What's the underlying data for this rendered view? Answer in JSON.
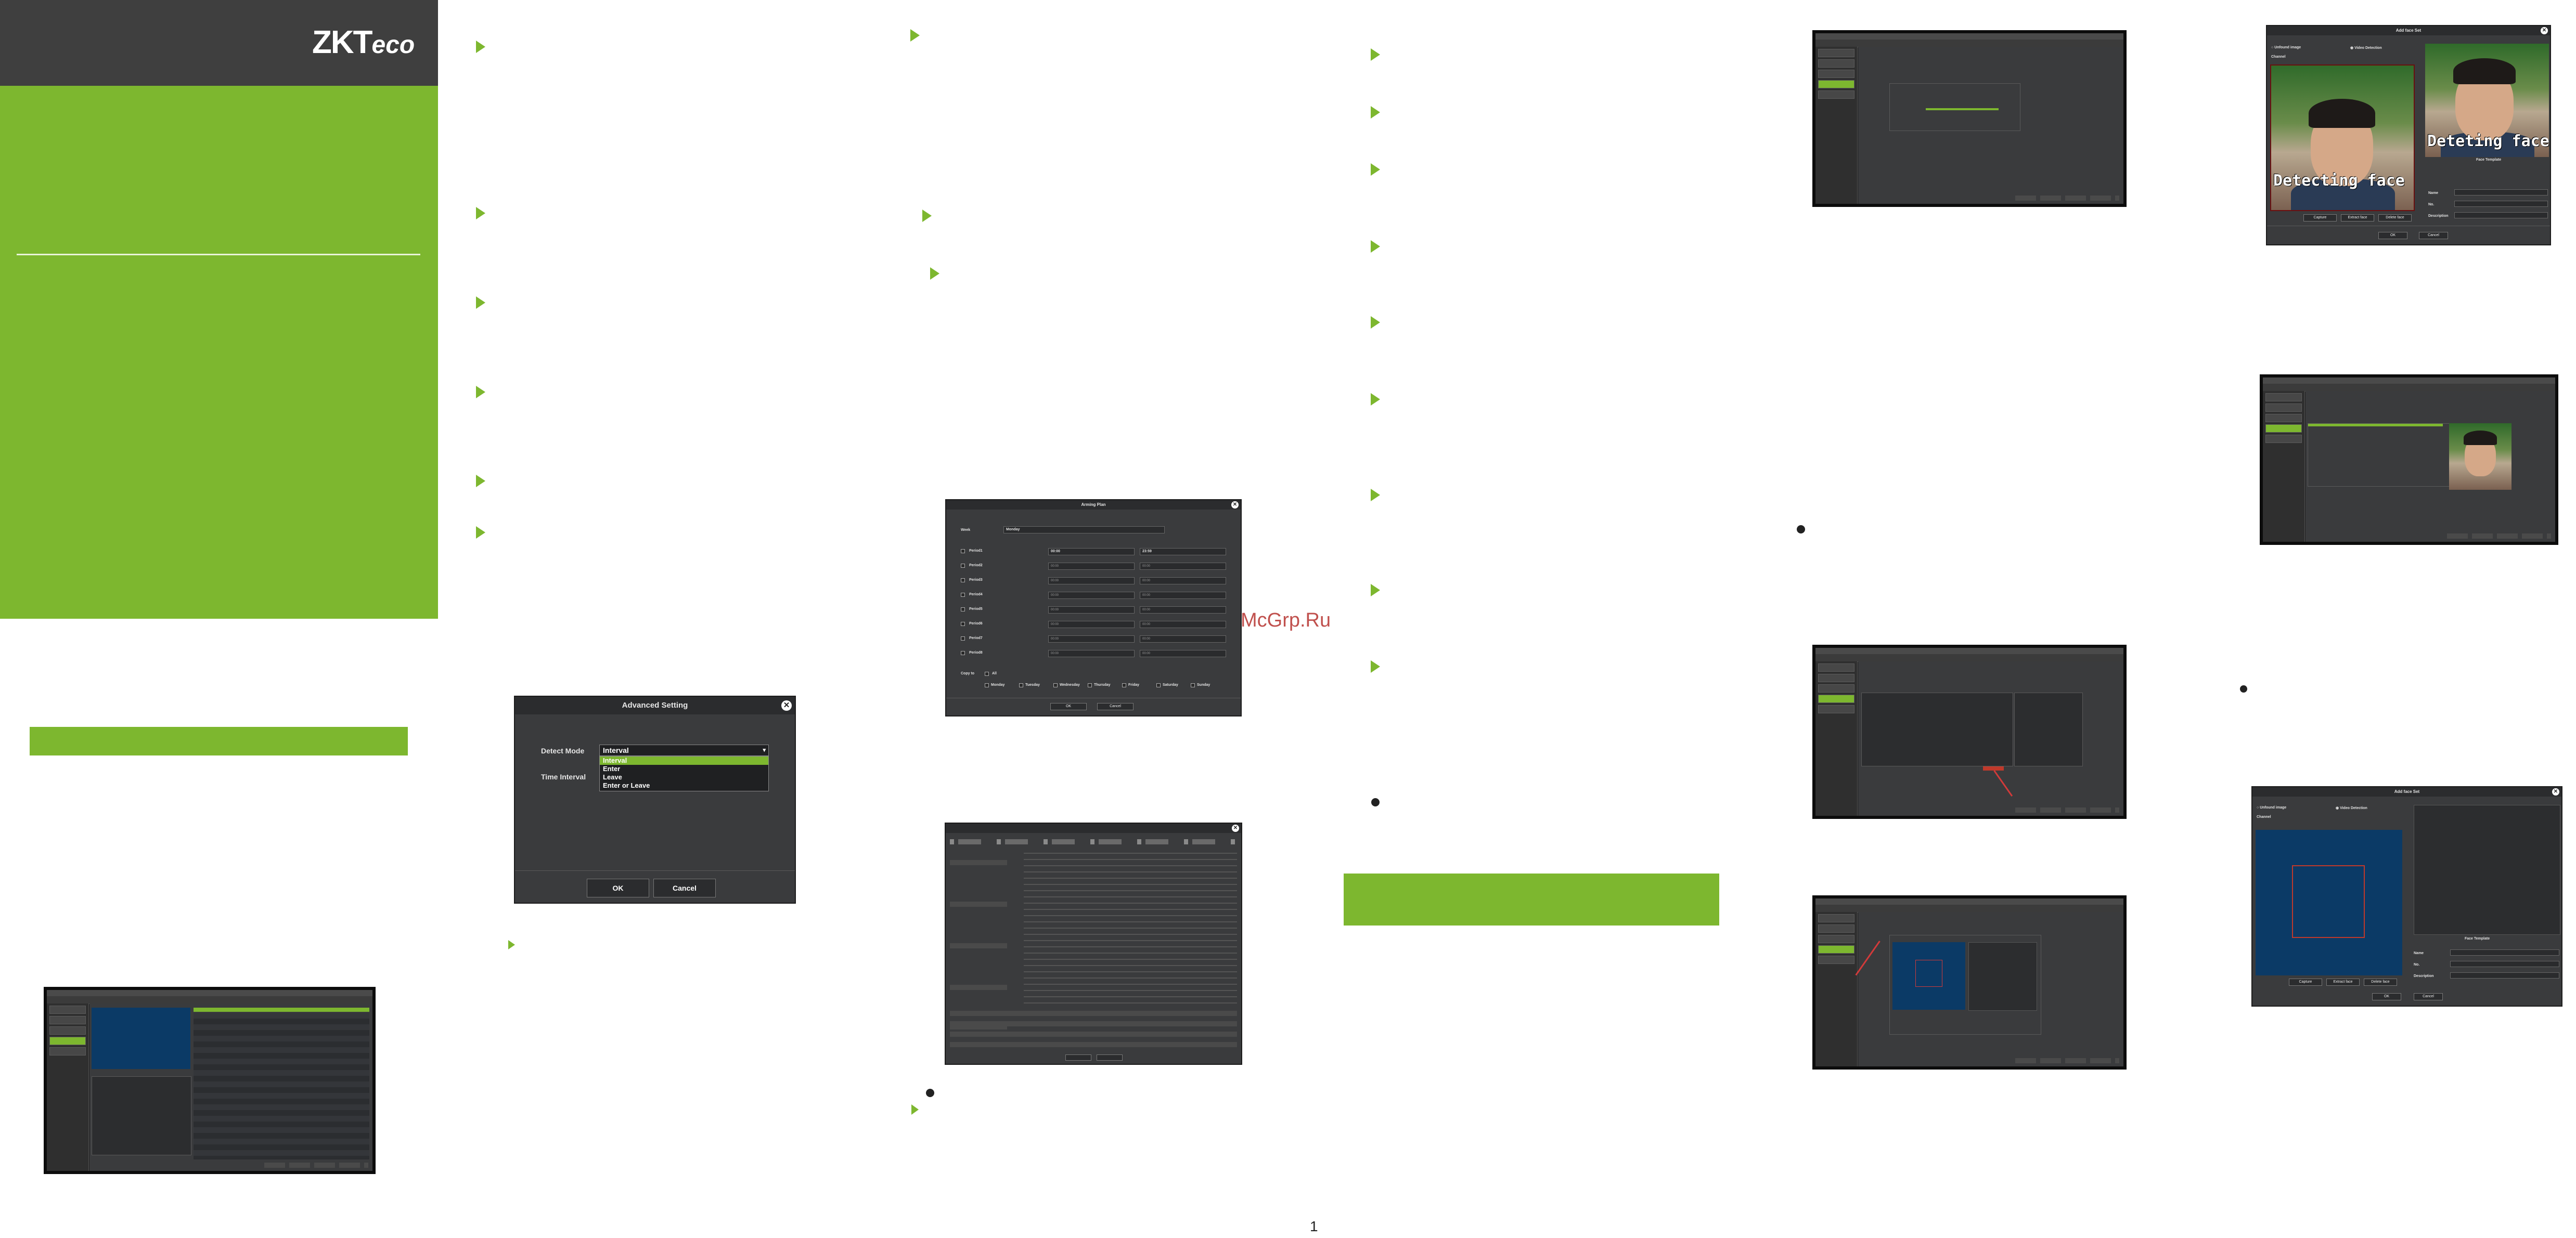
{
  "brand": {
    "logo_main": "ZKT",
    "logo_suffix": "eco"
  },
  "page_number": "1",
  "watermark": "McGrp.Ru",
  "advanced_setting": {
    "title": "Advanced Setting",
    "detect_mode_label": "Detect Mode",
    "detect_mode_value": "Interval",
    "time_interval_label": "Time Interval",
    "options": [
      "Interval",
      "Enter",
      "Leave",
      "Enter or Leave"
    ],
    "ok": "OK",
    "cancel": "Cancel"
  },
  "arming_plan": {
    "title": "Arming Plan",
    "week_label": "Week",
    "week_value": "Monday",
    "periods": [
      "Period1",
      "Period2",
      "Period3",
      "Period4",
      "Period5",
      "Period6",
      "Period7",
      "Period8"
    ],
    "period1_start": "00:00",
    "period1_end": "23:59",
    "empty_time": "00:00",
    "copy_to_label": "Copy to",
    "all_label": "All",
    "days": [
      "Monday",
      "Tuesday",
      "Wednesday",
      "Thursday",
      "Friday",
      "Saturday",
      "Sunday"
    ],
    "ok": "OK",
    "cancel": "Cancel"
  },
  "add_face_set_1": {
    "title": "Add face Set",
    "radio_a": "Unfound image",
    "radio_b": "Video Detection",
    "channel_label": "Channel",
    "overlay_left": "Detecting face",
    "overlay_right": "Deteting face",
    "face_template": "Face Template",
    "fields": [
      "Name",
      "No.",
      "Description"
    ],
    "buttons": [
      "Capture",
      "Extract face",
      "Delete face"
    ],
    "ok": "OK",
    "cancel": "Cancel"
  },
  "add_face_set_2": {
    "title": "Add face Set",
    "radio_a": "Unfound image",
    "radio_b": "Video Detection",
    "channel_label": "Channel",
    "face_template": "Face Template",
    "fields": [
      "Name",
      "No.",
      "Description"
    ],
    "buttons": [
      "Capture",
      "Extract face",
      "Delete face"
    ],
    "ok": "OK",
    "cancel": "Cancel"
  },
  "colors": {
    "accent": "#7db72f",
    "dark_panel": "#3f3f3f",
    "ui_bg": "#3a3b3d"
  }
}
